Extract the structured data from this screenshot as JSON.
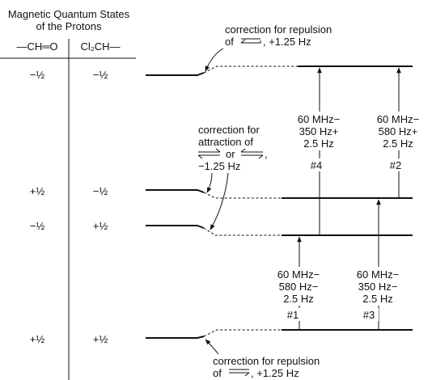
{
  "header": {
    "title_line1": "Magnetic Quantum States",
    "title_line2": "of the Protons",
    "col1": "—CH═O",
    "col2": "Cl₂CH—"
  },
  "states": [
    {
      "left": "−½",
      "right": "−½"
    },
    {
      "left": "+½",
      "right": "−½"
    },
    {
      "left": "−½",
      "right": "+½"
    },
    {
      "left": "+½",
      "right": "+½"
    }
  ],
  "annotations": {
    "repulsion_top": {
      "line1": "correction for repulsion",
      "line2_prefix": "of",
      "line2_suffix": ", +1.25 Hz"
    },
    "attraction": {
      "line1": "correction for",
      "line2": "attraction of",
      "or_word": "or",
      "line4": "−1.25 Hz"
    },
    "repulsion_bottom": {
      "line1": "correction for repulsion",
      "line2_prefix": "of",
      "line2_suffix": ", +1.25 Hz"
    }
  },
  "transitions": [
    {
      "label": "#4",
      "lines": [
        "60 MHz−",
        "350 Hz+",
        "2.5 Hz"
      ]
    },
    {
      "label": "#2",
      "lines": [
        "60 MHz−",
        "580 Hz+",
        "2.5 Hz"
      ]
    },
    {
      "label": "#1",
      "lines": [
        "60 MHz−",
        "580 Hz−",
        "2.5 Hz"
      ]
    },
    {
      "label": "#3",
      "lines": [
        "60 MHz−",
        "350 Hz−",
        "2.5 Hz"
      ]
    }
  ]
}
